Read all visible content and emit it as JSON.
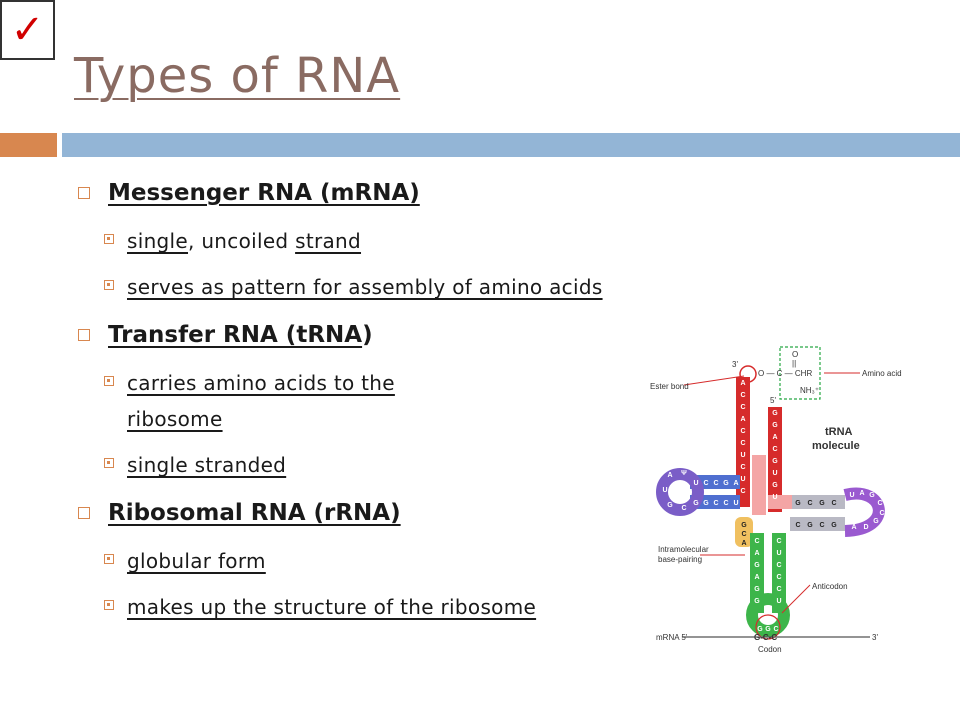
{
  "checkmark": "✓",
  "title": "Types of RNA",
  "items": [
    {
      "heading": "Messenger RNA (mRNA)",
      "bullets": [
        {
          "a": "single",
          "b": ", uncoiled ",
          "c": "strand"
        },
        {
          "text": "serves as pattern for assembly of amino acids"
        }
      ]
    },
    {
      "heading": "Transfer RNA (tRNA",
      "heading_tail": ")",
      "bullets": [
        {
          "line1": "carries amino acids to the",
          "line2": "ribosome"
        },
        {
          "text": "single stranded"
        }
      ]
    },
    {
      "heading": "Ribosomal RNA (rRNA)",
      "bullets": [
        {
          "text": "globular form"
        },
        {
          "text": "makes up the structure of the ribosome"
        }
      ]
    }
  ],
  "diagram": {
    "labels": {
      "three_prime": "3'",
      "five_prime": "5'",
      "ester_bond": "Ester bond",
      "amino_acid": "Amino acid",
      "trna_line1": "tRNA",
      "trna_line2": "molecule",
      "intramolecular_line1": "Intramolecular",
      "intramolecular_line2": "base-pairing",
      "anticodon": "Anticodon",
      "mrna": "mRNA 5'",
      "mrna_end": "3'",
      "codon_bases": "G-C-C",
      "codon": "Codon",
      "chem_o_top": "O",
      "chem_eq": "||",
      "chem_chain": "O — C — CHR",
      "chem_nh3": "NH₃⁺",
      "acceptor_left": [
        "A",
        "C",
        "C",
        "A",
        "C",
        "C",
        "U",
        "C",
        "U",
        "C"
      ],
      "acceptor_right": [
        "G",
        "G",
        "A",
        "C",
        "G",
        "U",
        "G",
        "U"
      ],
      "d_arm_top": [
        "U",
        "C",
        "C",
        "G",
        "A"
      ],
      "d_arm_bottom": [
        "G",
        "G",
        "C",
        "C",
        "U"
      ],
      "d_loop": [
        "A",
        "U",
        "G",
        "C",
        "Ψ"
      ],
      "t_arm_top": [
        "G",
        "C",
        "G",
        "C"
      ],
      "t_arm_bottom": [
        "C",
        "G",
        "C",
        "G"
      ],
      "t_loop": [
        "U",
        "A",
        "G",
        "C",
        "C",
        "G",
        "D",
        "A"
      ],
      "anticodon_left": [
        "C",
        "A",
        "G",
        "A",
        "G",
        "G"
      ],
      "anticodon_right": [
        "C",
        "U",
        "C",
        "C",
        "C",
        "U"
      ],
      "anticodon_loop": [
        "G",
        "G",
        "C"
      ],
      "variable": [
        "G",
        "C",
        "A"
      ]
    },
    "colors": {
      "acceptor": "#d62b2b",
      "acceptor_light": "#f4a5a5",
      "d_arm": "#4f6fd0",
      "d_loop": "#7a5dc7",
      "t_arm": "#b9b9c4",
      "t_loop": "#9a5ad0",
      "anticodon": "#3db54a",
      "variable": "#f0c060"
    }
  }
}
